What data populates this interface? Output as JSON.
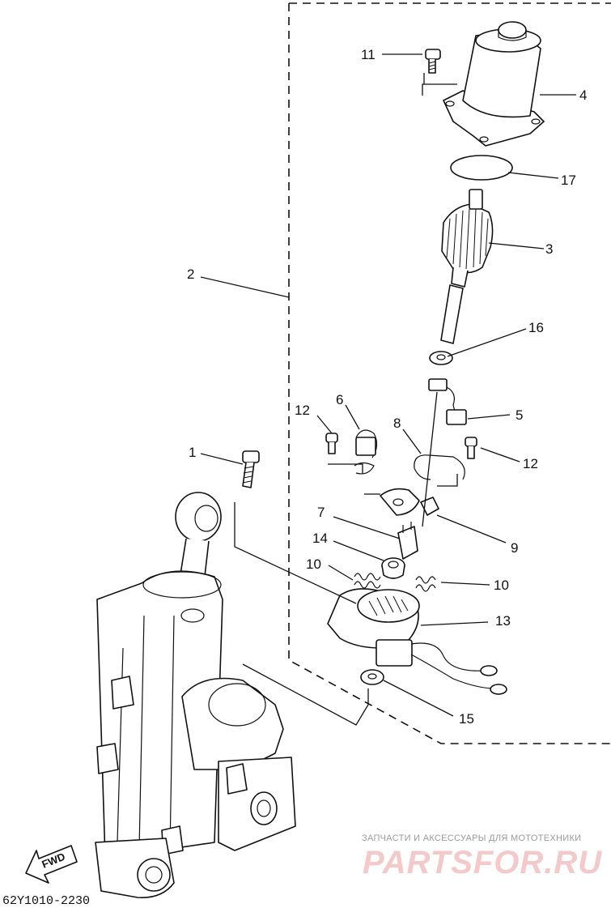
{
  "diagram": {
    "callouts": {
      "c1": "1",
      "c2": "2",
      "c3": "3",
      "c4": "4",
      "c5": "5",
      "c6": "6",
      "c7": "7",
      "c8": "8",
      "c9": "9",
      "c10a": "10",
      "c10b": "10",
      "c11": "11",
      "c12a": "12",
      "c12b": "12",
      "c13": "13",
      "c14": "14",
      "c15": "15",
      "c16": "16",
      "c17": "17"
    },
    "fwd_label": "FWD",
    "drawing_code": "62Y1010-2230"
  },
  "watermark": {
    "tagline": "ЗАПЧАСТИ И АКСЕССУАРЫ ДЛЯ МОТОТЕХНИКИ",
    "logo_text": "PARTSFOR.RU",
    "logo_color": "#f4c9c9"
  }
}
